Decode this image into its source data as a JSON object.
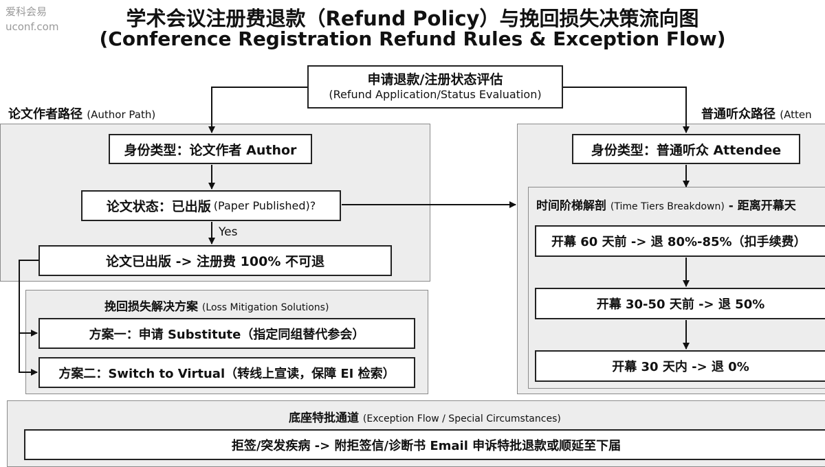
{
  "watermark": {
    "line1": "爱科会易",
    "line2": "uconf.com"
  },
  "title": {
    "line1": "学术会议注册费退款（Refund Policy）与挽回损失决策流向图",
    "line2": "(Conference Registration Refund Rules & Exception Flow)"
  },
  "top_node": {
    "main": "申请退款/注册状态评估",
    "sub": "(Refund Application/Status Evaluation)"
  },
  "author_path": {
    "label": "论文作者路径",
    "label_en": "(Author Path)",
    "identity": "身份类型：论文作者 Author",
    "paper_status_main": "论文状态：已出版",
    "paper_status_sub": "(Paper Published)?",
    "yes_label": "Yes",
    "published_result": "论文已出版 -> 注册费 100% 不可退",
    "mitigation": {
      "title": "挽回损失解决方案",
      "title_en": "(Loss Mitigation Solutions)",
      "option1": "方案一：申请 Substitute（指定同组替代参会）",
      "option2": "方案二：Switch to Virtual（转线上宣读，保障 EI 检索）"
    }
  },
  "attendee_path": {
    "label": "普通听众路径",
    "label_en": "(Atten",
    "identity": "身份类型：普通听众 Attendee",
    "time_tiers": {
      "title": "时间阶梯解剖",
      "title_en": "(Time Tiers Breakdown)",
      "title_suffix": "- 距离开幕天",
      "tier1": "开幕 60 天前 -> 退 80%-85%（扣手续费）",
      "tier2": "开幕 30-50 天前 -> 退 50%",
      "tier3": "开幕 30 天内 -> 退 0%"
    }
  },
  "exception": {
    "title": "底座特批通道",
    "title_en": "(Exception Flow / Special Circumstances)",
    "detail": "拒签/突发疾病 -> 附拒签信/诊断书 Email 申诉特批退款或顺延至下届"
  }
}
